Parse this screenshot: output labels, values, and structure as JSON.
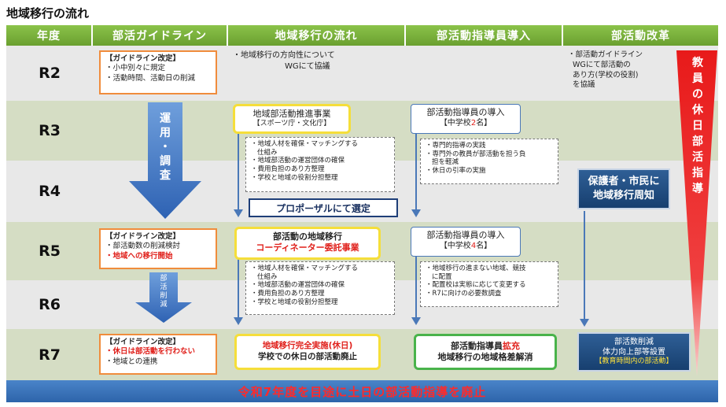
{
  "title": "地域移行の流れ",
  "headers": [
    "年度",
    "部活ガイドライン",
    "地域移行の流れ",
    "部活動指導員導入",
    "部活動改革"
  ],
  "years": [
    "R2",
    "R3",
    "R4",
    "R5",
    "R6",
    "R7"
  ],
  "guideline": {
    "r2": {
      "head": "【ガイドライン改定】",
      "lines": [
        "・小中別々に規定",
        "・活動時間、活動日の削減"
      ]
    },
    "arrow1": [
      "運",
      "用",
      "・",
      "調",
      "査"
    ],
    "r5": {
      "head": "【ガイドライン改定】",
      "line1": "・部活動数の削減検討",
      "line2": "・地域への移行開始"
    },
    "arrow2": [
      "部",
      "活",
      "削",
      "減"
    ],
    "r7": {
      "head": "【ガイドライン改定】",
      "line1": "・休日は部活動を行わない",
      "line2": "・地域との連携"
    }
  },
  "flow": {
    "r2_text": [
      "・地域移行の方向性について",
      "WGにて協議"
    ],
    "r3_box": {
      "title": "地域部活動推進事業",
      "sub": "【スポーツ庁・文化庁】"
    },
    "r3_list": [
      "・地域人材を確保・マッチングする",
      "仕組み",
      "・地域部活動の運営団体の確保",
      "・費用負担のあり方整理",
      "・学校と地域の役割分担整理"
    ],
    "proposal": "プロポーザルにて選定",
    "r5_box": {
      "title": "部活動の地域移行",
      "sub": "コーディネーター委託事業"
    },
    "r5_list": [
      "・地域人材を確保・マッチングする",
      "仕組み",
      "・地域部活動の運営団体の確保",
      "・費用負担のあり方整理",
      "・学校と地域の役割分担整理"
    ],
    "r7_box": {
      "title": "地域移行完全実施(休日)",
      "sub": "学校での休日の部活動廃止"
    }
  },
  "instructor": {
    "r3_box": {
      "title": "部活動指導員の導入",
      "sub_pre": "【中学校",
      "sub_num": "2",
      "sub_post": "名】"
    },
    "r3_list": [
      "・専門的指導の実践",
      "・専門外の教員が部活動を担う負",
      "担を軽減",
      "・休日の引率の実施"
    ],
    "r5_box": {
      "title": "部活動指導員の導入",
      "sub_pre": "【中学校",
      "sub_num": "4",
      "sub_post": "名】"
    },
    "r5_list": [
      "・地域移行の進まない地域、競技",
      "に配置",
      "・配置校は実態に応じて変更する",
      "・R7に向けの必要数調査"
    ],
    "r7_box": {
      "title_pre": "部活動指導員",
      "title_red": "拡充",
      "sub": "地域移行の地域格差解消"
    }
  },
  "reform": {
    "r2_text": [
      "・部活動ガイドライン",
      "WGにて部活動の",
      "あり方(学校の役割)",
      "を協議"
    ],
    "triangle_text": [
      "教",
      "員",
      "の",
      "休",
      "日",
      "部",
      "活",
      "指",
      "導"
    ],
    "r4_box": [
      "保護者・市民に",
      "地域移行周知"
    ],
    "r7_box": {
      "l1": "部活数削減",
      "l2": "体力向上部等設置",
      "l3": "【教育時間内の部活動】"
    }
  },
  "footer": "令和7年度を目途に土日の部活動指導を廃止",
  "colors": {
    "header": "#7bb13c",
    "red": "#e0201b",
    "blue_arrow": "#3b73c4",
    "dark_box": "#1f4a7f"
  }
}
